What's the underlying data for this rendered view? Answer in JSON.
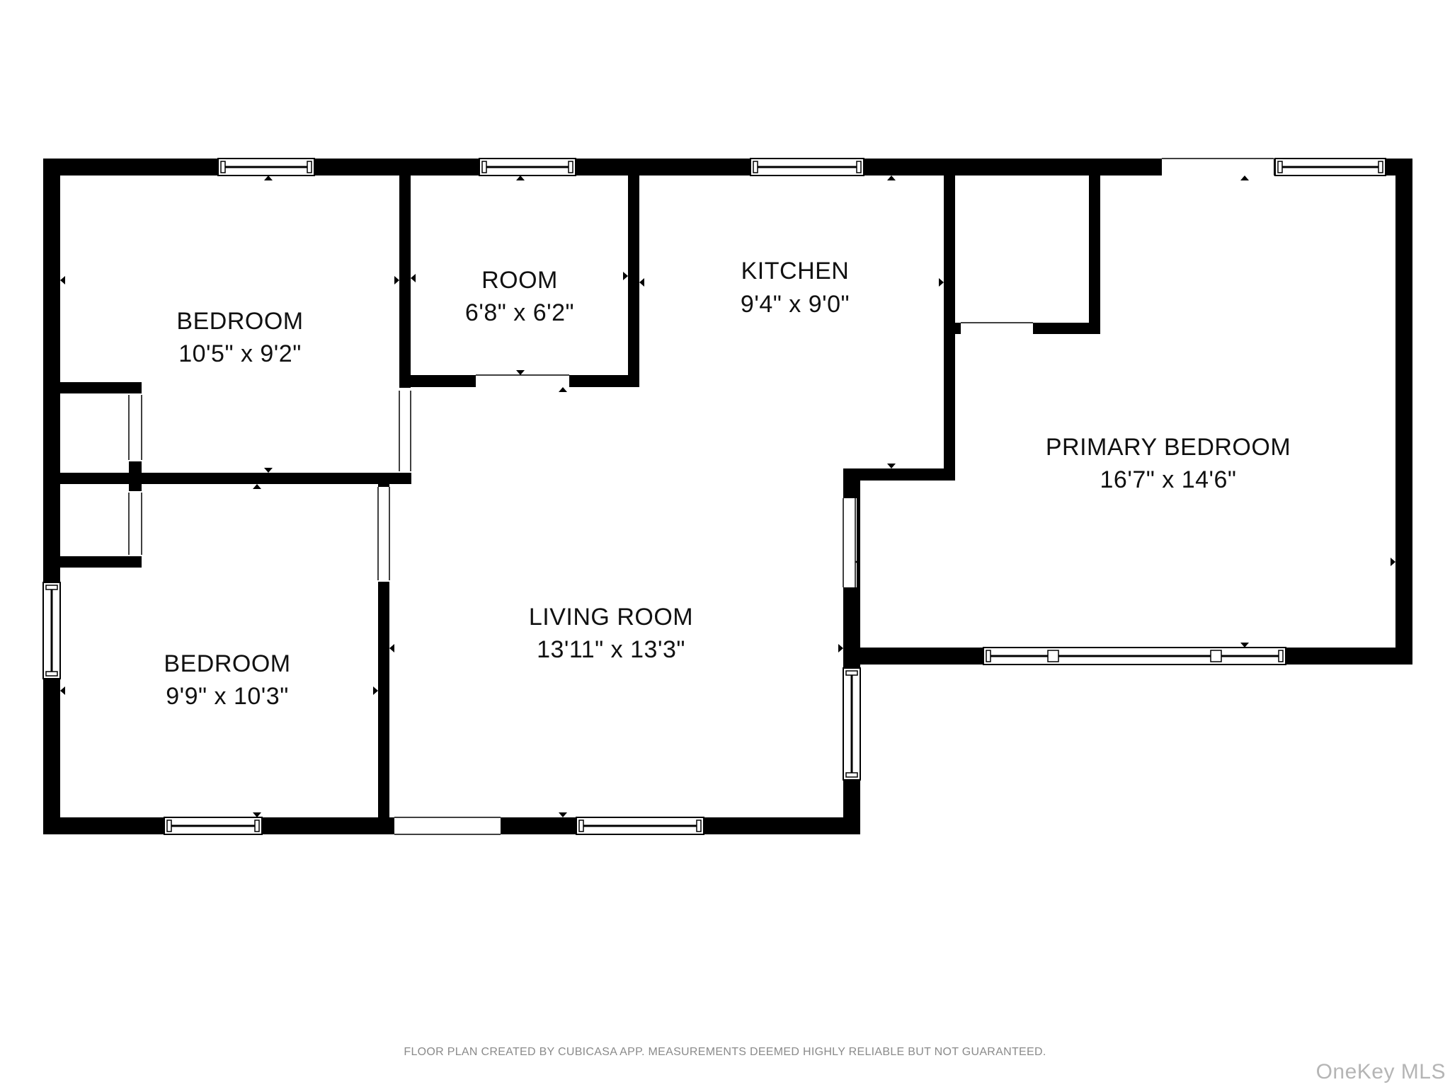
{
  "rooms": {
    "bedroom_upper": {
      "name": "BEDROOM",
      "dimensions": "10'5\" x 9'2\""
    },
    "room": {
      "name": "ROOM",
      "dimensions": "6'8\" x 6'2\""
    },
    "kitchen": {
      "name": "KITCHEN",
      "dimensions": "9'4\" x 9'0\""
    },
    "primary_bedroom": {
      "name": "PRIMARY BEDROOM",
      "dimensions": "16'7\" x 14'6\""
    },
    "living_room": {
      "name": "LIVING ROOM",
      "dimensions": "13'11\" x 13'3\""
    },
    "bedroom_lower": {
      "name": "BEDROOM",
      "dimensions": "9'9\" x 10'3\""
    }
  },
  "footer": {
    "disclaimer": "FLOOR PLAN CREATED BY CUBICASA APP. MEASUREMENTS DEEMED HIGHLY RELIABLE BUT NOT GUARANTEED.",
    "watermark": "OneKey MLS"
  },
  "colors": {
    "wall": "#000000",
    "background": "#ffffff",
    "window_line": "#000000"
  }
}
